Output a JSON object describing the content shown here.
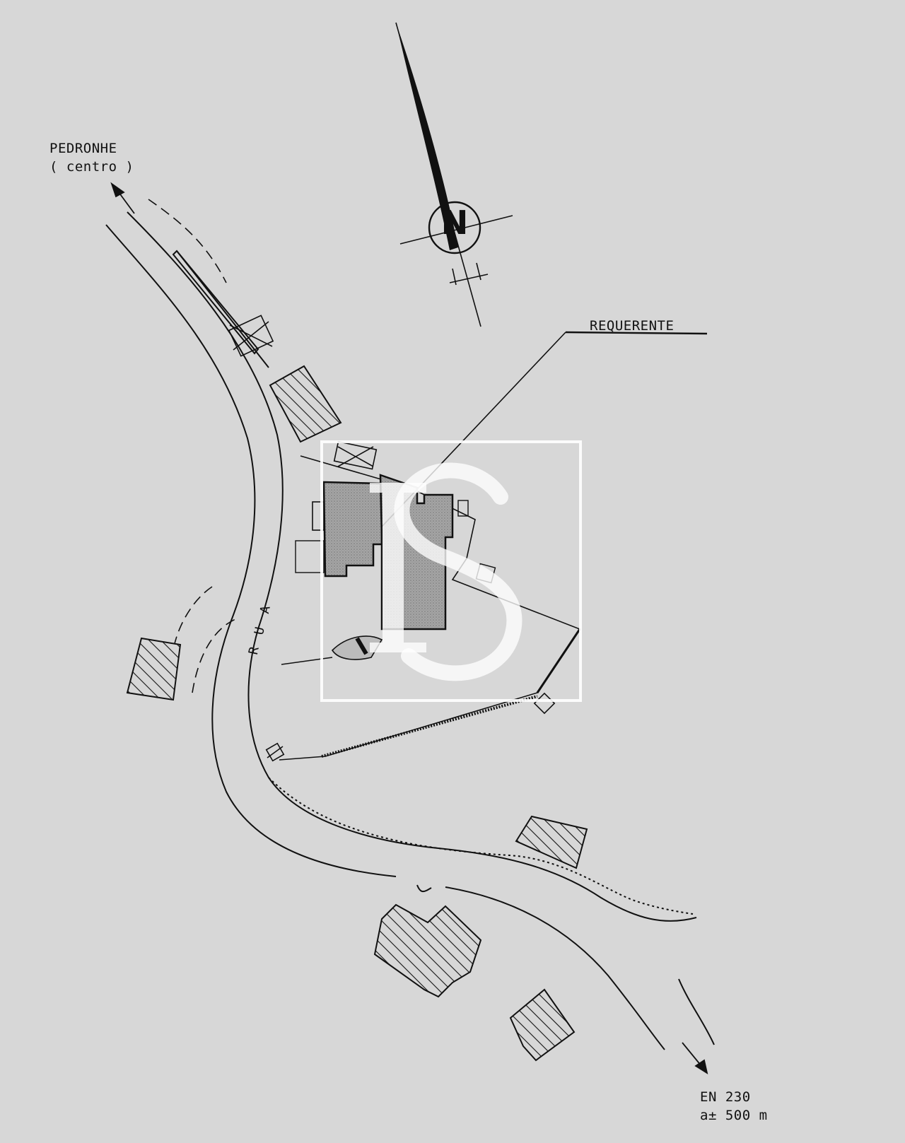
{
  "labels": {
    "pedronhe": "PEDRONHE",
    "centro": "( centro )",
    "requerente": "REQUERENTE",
    "rua": [
      "R",
      "U",
      "A"
    ],
    "north": "N",
    "en230": "EN 230",
    "distance": "a± 500 m"
  },
  "colors": {
    "background": "#d7d7d7",
    "ink": "#111111",
    "stipple": "#9a9a9a",
    "watermark": "#ffffff"
  },
  "watermark": {
    "icon": "monogram-watermark-icon"
  }
}
